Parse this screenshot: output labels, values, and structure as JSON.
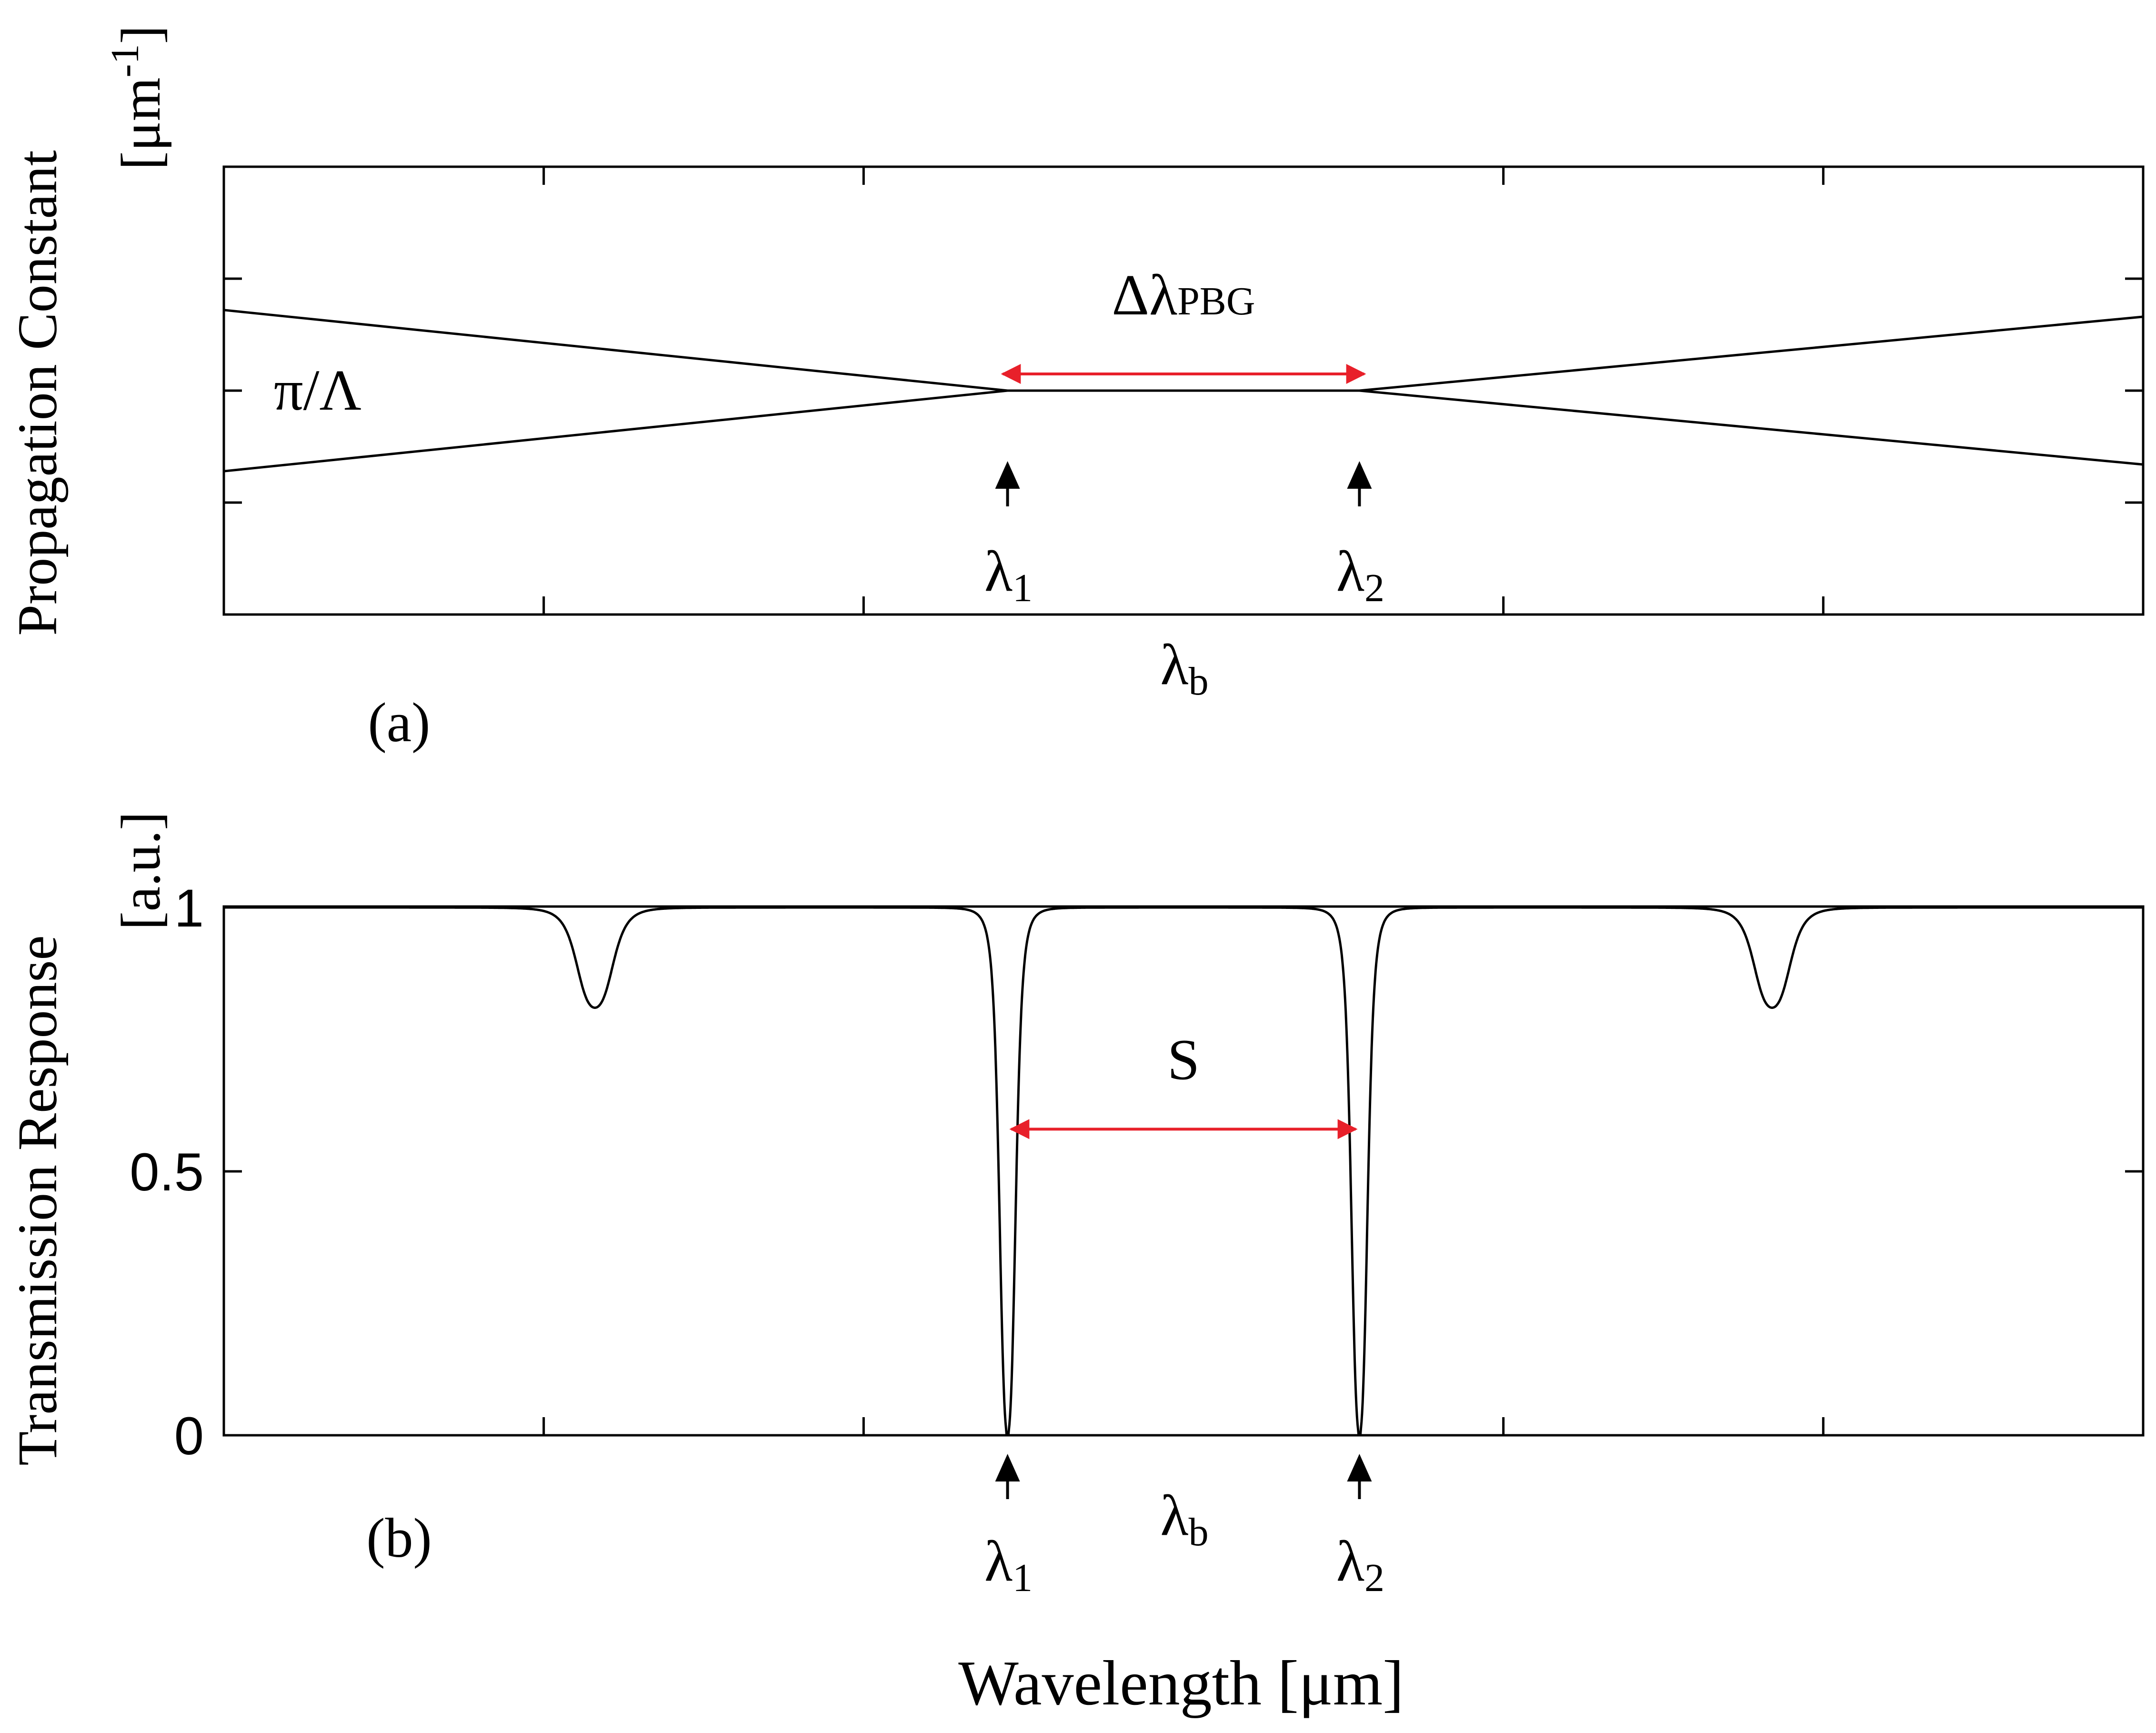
{
  "figure": {
    "x_axis_title": "Wavelength [μm]"
  },
  "colors": {
    "annotation_arrow": "#e8202a",
    "line": "#000000"
  },
  "chart_data": [
    {
      "panel": "(a)",
      "type": "line",
      "ylabel": "Propagation Constant",
      "ylabel_unit": "[μm-1]",
      "ylabel_unit_parts": {
        "base": "[μm",
        "sup": "-1",
        "close": "]"
      },
      "x_markers": [
        {
          "name": "λ1",
          "symbol": "λ",
          "sub": "1",
          "x": -0.55
        },
        {
          "name": "λb",
          "symbol": "λ",
          "sub": "b",
          "x": 0.0
        },
        {
          "name": "λ2",
          "symbol": "λ",
          "sub": "2",
          "x": 0.55
        }
      ],
      "y_marker": {
        "label": "π/Λ",
        "y": 0
      },
      "annotation": {
        "label": "ΔλPBG",
        "symbol": "Δλ",
        "sub": "PBG",
        "from": -0.55,
        "to": 0.55
      },
      "xlim": [
        -3.0,
        3.0
      ],
      "ylim": [
        -1.0,
        1.0
      ],
      "series": [
        {
          "points": [
            [
              -3.0,
              0.36
            ],
            [
              -0.55,
              0.0
            ],
            [
              0.55,
              0.0
            ],
            [
              3.0,
              0.33
            ]
          ]
        },
        {
          "points": [
            [
              -3.0,
              -0.36
            ],
            [
              -0.55,
              0.0
            ],
            [
              0.55,
              0.0
            ],
            [
              3.0,
              -0.33
            ]
          ]
        }
      ],
      "grid": false
    },
    {
      "panel": "(b)",
      "type": "line",
      "ylabel": "Transmission Response",
      "ylabel_unit": "[a.u.]",
      "ytick_labels": [
        "0",
        "0.5",
        "1"
      ],
      "yticks": [
        0,
        0.5,
        1
      ],
      "x_markers": [
        {
          "name": "λ1",
          "symbol": "λ",
          "sub": "1",
          "x": -0.55
        },
        {
          "name": "λb",
          "symbol": "λ",
          "sub": "b",
          "x": 0.0
        },
        {
          "name": "λ2",
          "symbol": "λ",
          "sub": "2",
          "x": 0.55
        }
      ],
      "annotation": {
        "label": "S",
        "from": -0.55,
        "to": 0.55,
        "y": 0.58
      },
      "xlim": [
        -3.0,
        3.0
      ],
      "ylim": [
        0,
        1
      ],
      "dips": [
        {
          "x": -1.84,
          "min": 0.81
        },
        {
          "x": -0.55,
          "min": 0.0
        },
        {
          "x": 0.55,
          "min": 0.0
        },
        {
          "x": 1.84,
          "min": 0.81
        }
      ],
      "grid": false
    }
  ]
}
